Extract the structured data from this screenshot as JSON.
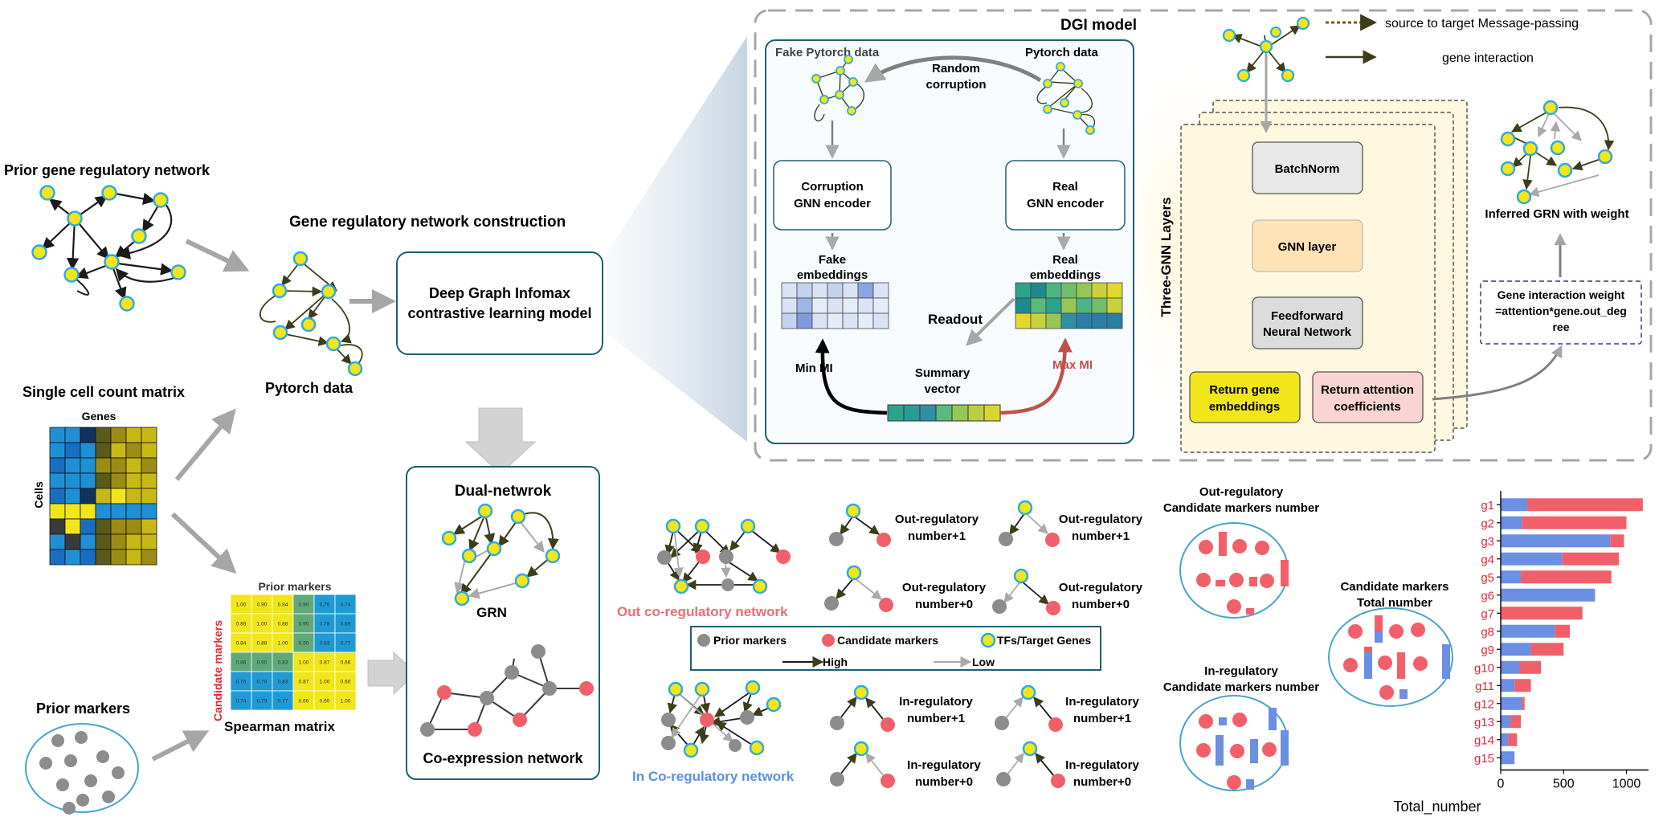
{
  "colors": {
    "node_yellow": "#f1e61a",
    "node_blue": "#31a9e0",
    "node_red": "#f1606a",
    "node_gray": "#8c8c8c",
    "bar_blue": "#6a8fe3",
    "bar_red": "#f1606a",
    "axis_label_red": "#e2283a",
    "out_network_red": "#f26b6f",
    "in_network_blue": "#5b8fe6",
    "min_mi_black": "#000000",
    "max_mi_red": "#c0504d"
  },
  "prior_grn": {
    "title": "Prior gene regulatory network"
  },
  "single_cell": {
    "title": "Single cell count matrix",
    "genes_label": "Genes",
    "cells_label": "Cells"
  },
  "prior_markers": {
    "title": "Prior markers"
  },
  "pytorch": {
    "label": "Pytorch data"
  },
  "construction": {
    "title": "Gene regulatory network construction"
  },
  "dgi_box": {
    "line1": "Deep Graph Infomax",
    "line2": "contrastive learning model"
  },
  "spearman": {
    "title": "Prior markers",
    "side_label": "Candidate markers",
    "bottom_label": "Spearman matrix",
    "cells": [
      [
        "1.00",
        "0.90",
        "0.84",
        "0.90",
        "0.76",
        "0.74"
      ],
      [
        "0.89",
        "1.00",
        "0.88",
        "0.90",
        "0.78",
        "0.69"
      ],
      [
        "0.84",
        "0.88",
        "1.00",
        "0.90",
        "0.83",
        "0.77"
      ],
      [
        "0.86",
        "0.90",
        "0.83",
        "1.00",
        "0.87",
        "0.66"
      ],
      [
        "0.76",
        "0.78",
        "0.83",
        "0.87",
        "1.00",
        "0.60"
      ],
      [
        "0.74",
        "0.79",
        "0.77",
        "0.66",
        "0.60",
        "1.00"
      ]
    ]
  },
  "dual": {
    "title": "Dual-netwrok",
    "grn_label": "GRN",
    "coexp_label": "Co-expression network"
  },
  "dgi_model": {
    "title": "DGI model",
    "fake_data": "Fake Pytorch data",
    "real_data": "Pytorch data",
    "corruption_line1": "Random",
    "corruption_line2": "corruption",
    "corr_enc_line1": "Corruption",
    "corr_enc_line2": "GNN encoder",
    "real_enc_line1": "Real",
    "real_enc_line2": "GNN encoder",
    "fake_emb_line1": "Fake",
    "fake_emb_line2": "embeddings",
    "real_emb_line1": "Real",
    "real_emb_line2": "embeddings",
    "readout": "Readout",
    "summary_line1": "Summary",
    "summary_line2": "vector",
    "min_mi": "Min MI",
    "max_mi": "Max MI",
    "layers_label": "Three-GNN Layers",
    "batchnorm": "BatchNorm",
    "gnn_layer": "GNN layer",
    "ffn_line1": "Feedforward",
    "ffn_line2": "Neural Network",
    "ret_emb_line1": "Return gene",
    "ret_emb_line2": "embeddings",
    "ret_att_line1": "Return attention",
    "ret_att_line2": "coefficients",
    "legend_message": "source to target Message-passing",
    "legend_interaction": "gene interaction",
    "inferred": "Inferred GRN with weight",
    "weight_line1": "Gene interaction weight",
    "weight_line2": "=attention*gene.out_deg",
    "weight_line3": "ree"
  },
  "out_network": {
    "title": "Out co-regulatory network",
    "r1": "Out-regulatory",
    "r2": "number+1",
    "r3": "Out-regulatory",
    "r4": "number+1",
    "r5": "Out-regulatory",
    "r6": "number+0",
    "r7": "Out-regulatory",
    "r8": "number+0"
  },
  "in_network": {
    "title": "In Co-regulatory network",
    "r1": "In-regulatory",
    "r2": "number+1",
    "r3": "In-regulatory",
    "r4": "number+1",
    "r5": "In-regulatory",
    "r6": "number+0",
    "r7": "In-regulatory",
    "r8": "number+0"
  },
  "legend": {
    "prior": "Prior markers",
    "candidate": "Candidate markers",
    "tf": "TFs/Target Genes",
    "high": "High",
    "low": "Low"
  },
  "out_candidates": {
    "line1": "Out-regulatory",
    "line2": "Candidate markers number"
  },
  "in_candidates": {
    "line1": "In-regulatory",
    "line2": "Candidate markers number"
  },
  "total_candidates": {
    "line1": "Candidate markers",
    "line2": "Total number"
  },
  "chart_data": {
    "type": "bar",
    "orientation": "horizontal",
    "stacked": true,
    "categories": [
      "g1",
      "g2",
      "g3",
      "g4",
      "g5",
      "g6",
      "g7",
      "g8",
      "g9",
      "g10",
      "g11",
      "g12",
      "g13",
      "g14",
      "g15"
    ],
    "series": [
      {
        "color": "#6a8fe3",
        "values": [
          210,
          170,
          870,
          490,
          160,
          750,
          0,
          430,
          240,
          150,
          110,
          170,
          80,
          60,
          110
        ]
      },
      {
        "color": "#f1606a",
        "values": [
          920,
          830,
          110,
          450,
          720,
          0,
          650,
          120,
          260,
          170,
          130,
          20,
          80,
          70,
          0
        ]
      }
    ],
    "xlabel": "Total_number",
    "xlim": [
      0,
      1150
    ],
    "xticks": [
      "0",
      "500",
      "1000"
    ],
    "grid": false
  }
}
